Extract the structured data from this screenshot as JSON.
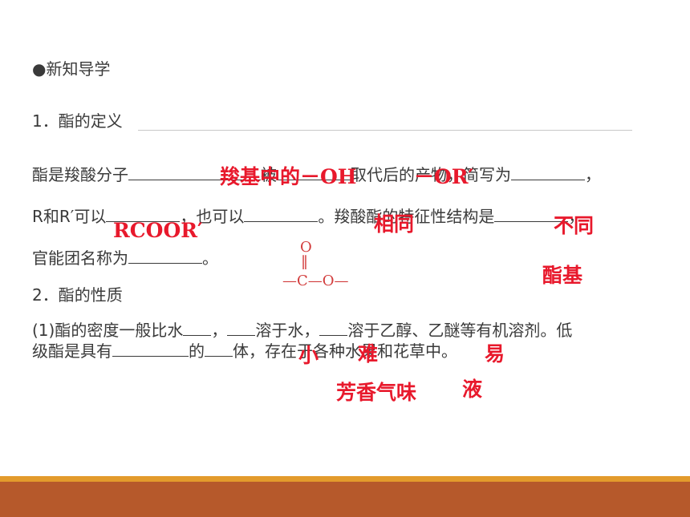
{
  "section_title": "●新知导学",
  "heading1": "1．酯的定义",
  "line1": {
    "a": "酯是羧酸分子",
    "b": "被",
    "c": "取代后的产物，简写为",
    "d": "，"
  },
  "line2": {
    "a": "R和R′可以",
    "b": "，也可以",
    "c": "。羧酸酯的特征性结构是",
    "d": "，"
  },
  "line3": {
    "a": "官能团名称为",
    "b": "。"
  },
  "structure": {
    "o": "O",
    "dbl": "‖",
    "chain": "—C—O—"
  },
  "heading2": "2．酯的性质",
  "line4": {
    "a": "(1)酯的密度一般比水",
    "b": "，",
    "c": "溶于水，",
    "d": "溶于乙醇、乙醚等有机溶剂。低"
  },
  "line5": {
    "a": "级酯是具有",
    "b": "的",
    "c": "体，存在于各种水果和花草中。"
  },
  "answers": {
    "a1": "羧基中的－OH",
    "a2": "－OR′",
    "a3": "RCOOR′",
    "a4": "相同",
    "a5": "不同",
    "a6": "酯基",
    "a7": "小",
    "a8": "难",
    "a9": "易",
    "a10": "芳香气味",
    "a11": "液"
  },
  "colors": {
    "answer": "#e8192c",
    "footer_orange": "#e39b2c",
    "footer_brown": "#b6592b"
  }
}
